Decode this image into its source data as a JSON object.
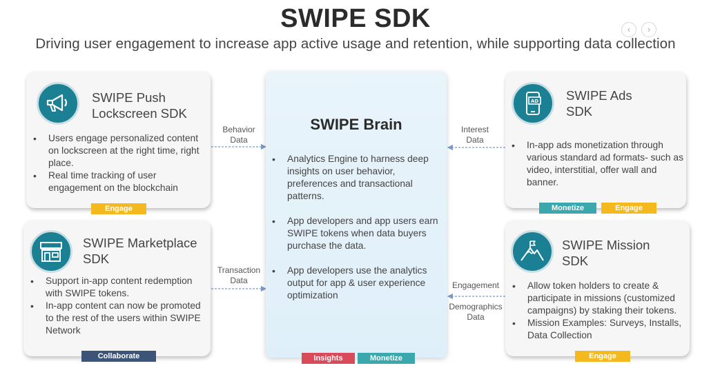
{
  "header": {
    "title": "SWIPE SDK",
    "subtitle": "Driving user engagement to increase app active usage and retention, while supporting data collection",
    "prev_icon": "‹",
    "next_icon": "›"
  },
  "push": {
    "icon": "megaphone-icon",
    "title_line1": "SWIPE Push",
    "title_line2": "Lockscreen SDK",
    "bullets": [
      "Users engage personalized content on lockscreen at the right time, right place.",
      "Real time tracking of user engagement on the blockchain"
    ],
    "tags": [
      "Engage"
    ]
  },
  "marketplace": {
    "icon": "storefront-icon",
    "title_line1": "SWIPE Marketplace",
    "title_line2": "SDK",
    "bullets": [
      "Support in-app content redemption with SWIPE tokens.",
      "In-app content can now be promoted to the rest of the users within SWIPE Network"
    ],
    "tags": [
      "Collaborate"
    ]
  },
  "brain": {
    "title": "SWIPE Brain",
    "bullets": [
      "Analytics Engine to harness deep insights on user behavior, preferences and transactional patterns.",
      "App developers and app users earn SWIPE tokens when data buyers purchase the data.",
      "App developers use the analytics output for app & user experience optimization"
    ],
    "tags": [
      "Insights",
      "Monetize"
    ]
  },
  "ads": {
    "icon": "ad-phone-icon",
    "title_line1": "SWIPE Ads",
    "title_line2": "SDK",
    "bullets": [
      "In-app ads monetization through various standard ad formats- such as video, interstitial, offer wall and banner."
    ],
    "tags": [
      "Monetize",
      "Engage"
    ]
  },
  "mission": {
    "icon": "mountain-flag-icon",
    "title_line1": "SWIPE Mission",
    "title_line2": "SDK",
    "bullets": [
      "Allow token holders to create & participate in missions (customized campaigns) by staking their tokens.",
      "Mission Examples: Surveys, Installs, Data Collection"
    ],
    "tags": [
      "Engage"
    ]
  },
  "flows": {
    "behavior_line1": "Behavior",
    "behavior_line2": "Data",
    "transaction_line1": "Transaction",
    "transaction_line2": "Data",
    "interest_line1": "Interest",
    "interest_line2": "Data",
    "engagement": "Engagement",
    "demographics_line1": "Demographics",
    "demographics_line2": "Data"
  },
  "colors": {
    "engage": "#f4b91f",
    "monetize": "#3aa8ad",
    "collaborate": "#3c5477",
    "insights": "#d94a5a",
    "icon_teal": "#1b8094",
    "arrow": "#7a9cc7"
  }
}
